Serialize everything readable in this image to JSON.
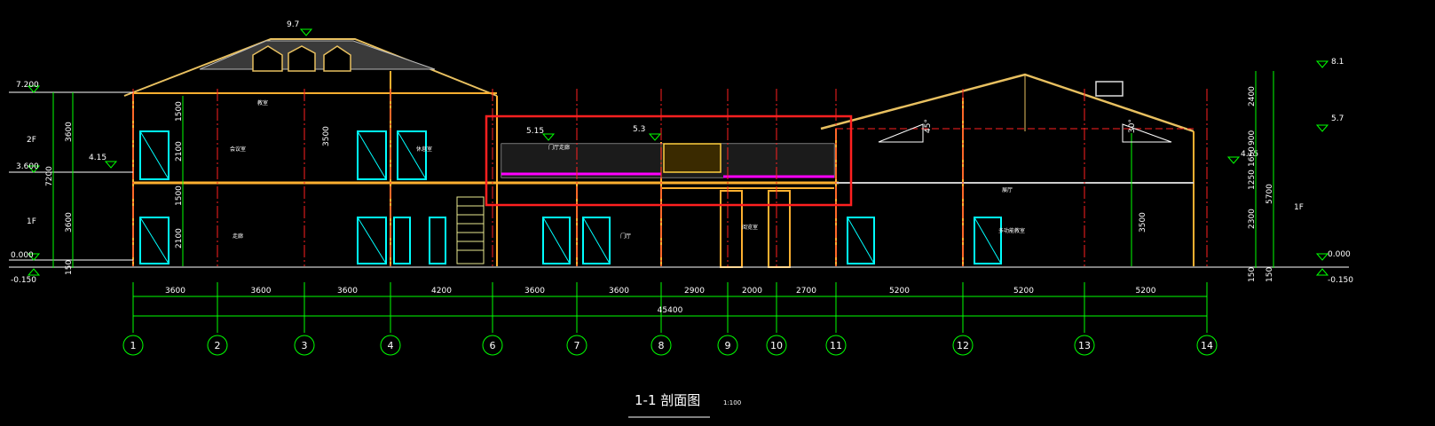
{
  "title": "1-1 剖面图",
  "scale": "1:100",
  "colors": {
    "background": "#000000",
    "axis_line": "#ff2020",
    "dimension_line": "#00ff00",
    "wall": "#ffb030",
    "roof": "#e8c060",
    "door": "#00ffff",
    "highlight": "#ff2020",
    "pipe": "#ff00ff"
  },
  "axes": [
    "1",
    "2",
    "3",
    "4",
    "6",
    "7",
    "8",
    "9",
    "10",
    "11",
    "12",
    "13",
    "14"
  ],
  "spans": [
    "3600",
    "3600",
    "3600",
    "4200",
    "3600",
    "3600",
    "2900",
    "2000",
    "2700",
    "5200",
    "5200",
    "5200"
  ],
  "total": "45400",
  "levels_left": [
    "7.200",
    "3.600",
    "4.15",
    "0.000",
    "-0.150"
  ],
  "levels_right": [
    "8.1",
    "5.7",
    "4.15",
    "0.000",
    "-0.150"
  ],
  "levels_mid": [
    "9.7",
    "5.15",
    "5.3"
  ],
  "left_dims": {
    "col1": [
      "3600",
      "3600",
      "150"
    ],
    "col2": [
      "7200"
    ],
    "floors": [
      "2F",
      "1F"
    ]
  },
  "inner_dims": [
    "1500",
    "2100",
    "1500",
    "2100",
    "3500",
    "3500"
  ],
  "right_dims": {
    "col1": [
      "2400",
      "900",
      "1650",
      "1250",
      "2300",
      "150"
    ],
    "col2": [
      "5700",
      "150"
    ],
    "floor": "1F"
  },
  "slopes": [
    "45°",
    "30°"
  ],
  "rooms": [
    "教室",
    "会议室",
    "休息室",
    "走廊",
    "门厅",
    "阅览室",
    "展厅",
    "多功能教室",
    "门厅走廊"
  ]
}
